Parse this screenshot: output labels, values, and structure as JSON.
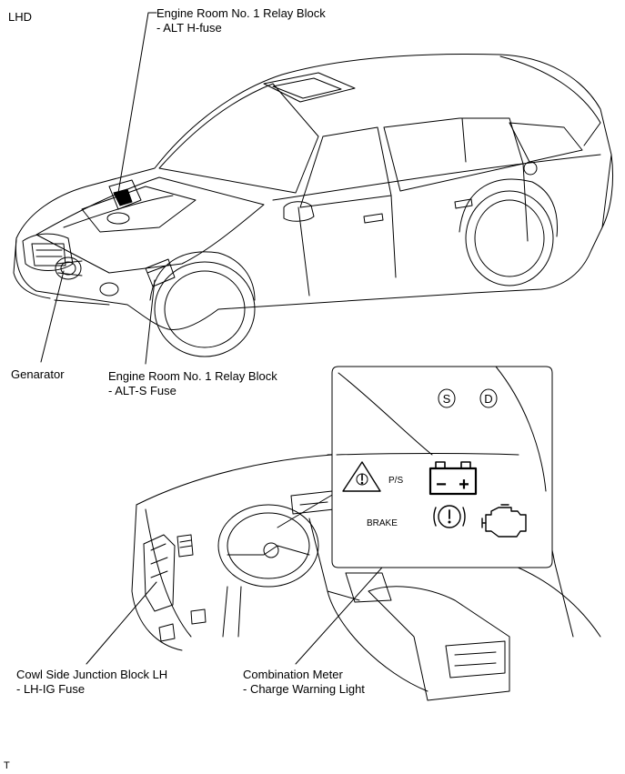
{
  "header": {
    "drive_side": "LHD"
  },
  "labels": {
    "alt_h": {
      "line1": "Engine Room No. 1 Relay Block",
      "line2": "- ALT H-fuse"
    },
    "generator": {
      "line1": "Genarator"
    },
    "alt_s": {
      "line1": "Engine Room No. 1 Relay Block",
      "line2": "- ALT-S Fuse"
    },
    "cowl": {
      "line1": "Cowl Side Junction Block LH",
      "line2": "- LH-IG Fuse"
    },
    "meter": {
      "line1": "Combination Meter",
      "line2": "- Charge Warning Light"
    }
  },
  "inset": {
    "indicator_s": "S",
    "indicator_d": "D",
    "ps_text": "P/S",
    "brake_text": "BRAKE",
    "battery_minus": "−",
    "battery_plus": "+"
  },
  "footer": {
    "mark": "T"
  },
  "icons": [
    "warning-triangle-icon",
    "battery-icon",
    "brake-circle-icon",
    "engine-check-icon"
  ]
}
